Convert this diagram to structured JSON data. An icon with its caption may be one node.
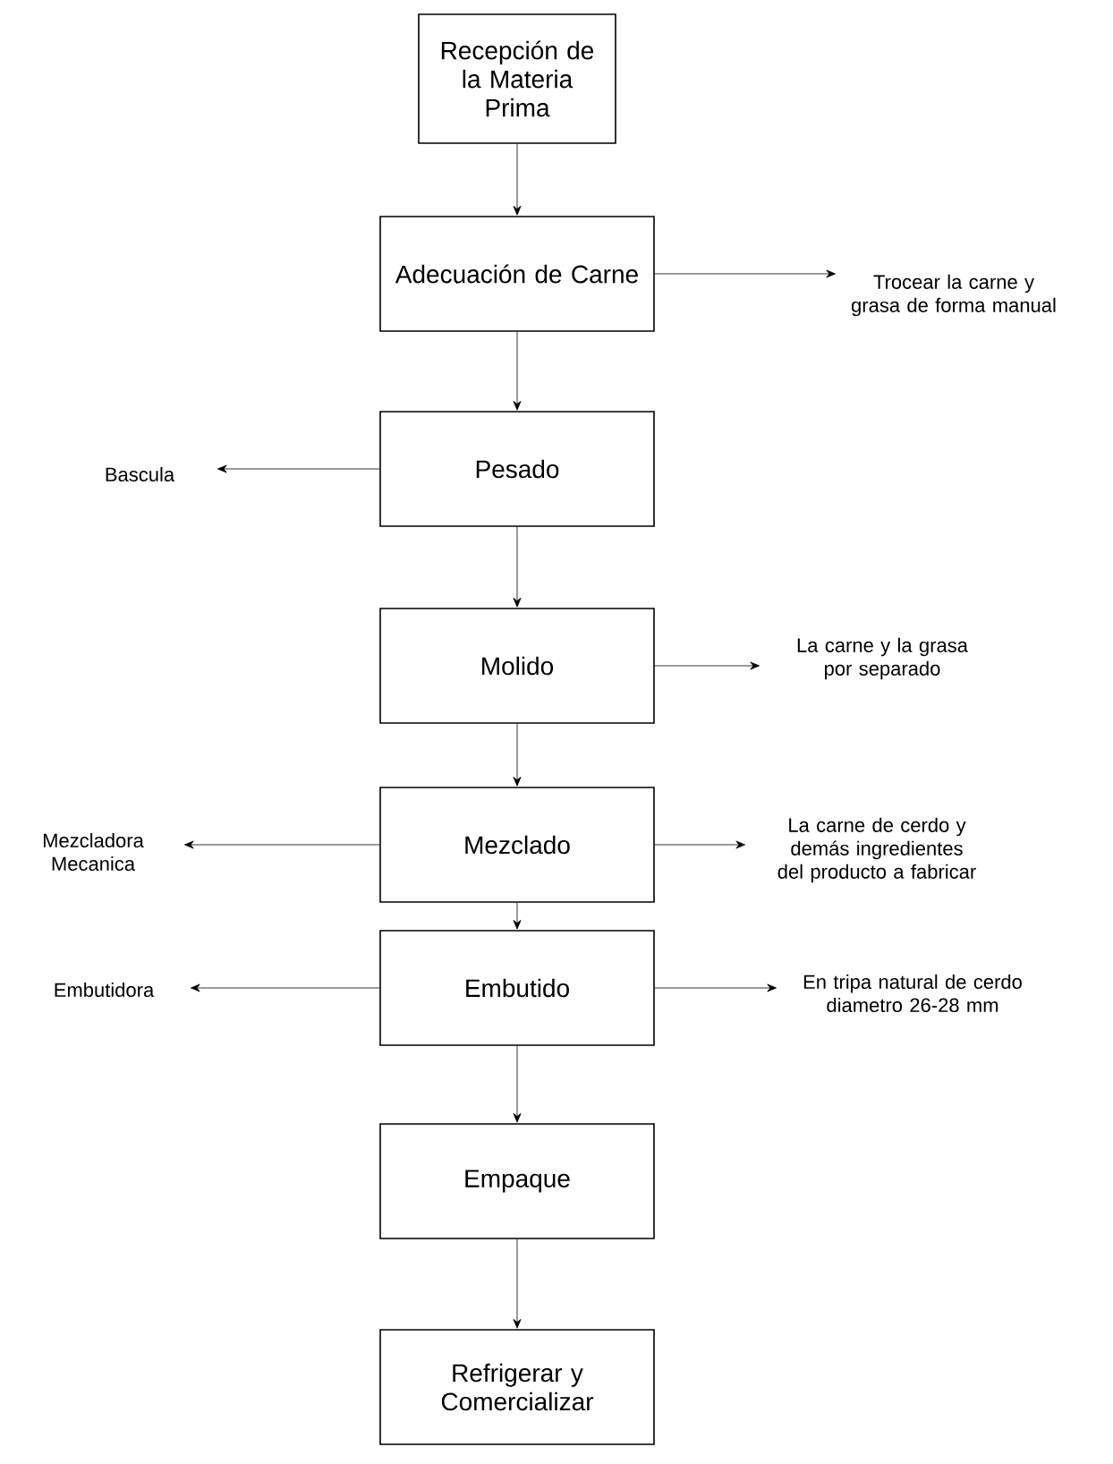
{
  "diagram": {
    "nodes": [
      {
        "text": [
          "Recepción de la Materia Prima"
        ]
      },
      {
        "text": [
          "Adecuación de Carne"
        ]
      },
      {
        "text": [
          "Trocear la carne y grasa de forma manual"
        ]
      },
      {
        "text": [
          "Bascula"
        ]
      },
      {
        "text": [
          "Pesado"
        ]
      },
      {
        "text": [
          "Molido"
        ]
      },
      {
        "text": [
          "La carne y la grasa por separado"
        ]
      },
      {
        "text": [
          "Mezcladora Mecanica"
        ]
      },
      {
        "text": [
          "Mezclado"
        ]
      },
      {
        "text": [
          "La carne de cerdo y demás ingredientes del producto a fabricar"
        ]
      },
      {
        "text": [
          "Embutidora"
        ]
      },
      {
        "text": [
          "Embutido"
        ]
      },
      {
        "text": [
          "En tripa natural de cerdo diametro 26-28 mm"
        ]
      },
      {
        "text": [
          "Empaque"
        ]
      },
      {
        "text": [
          "Refrigerar y Comercializar"
        ]
      }
    ],
    "edges": [
      {
        "from": 0,
        "to": 1,
        "arrow": "to"
      },
      {
        "from": 1,
        "to": 2,
        "arrow": "to"
      },
      {
        "from": 1,
        "to": 4,
        "arrow": "to"
      },
      {
        "from": 4,
        "to": 3,
        "arrow": "to"
      },
      {
        "from": 4,
        "to": 5,
        "arrow": "to"
      },
      {
        "from": 5,
        "to": 6,
        "arrow": "to"
      },
      {
        "from": 5,
        "to": 8,
        "arrow": "to"
      },
      {
        "from": 8,
        "to": 7,
        "arrow": "to"
      },
      {
        "from": 8,
        "to": 9,
        "arrow": "to"
      },
      {
        "from": 8,
        "to": 11,
        "arrow": "to"
      },
      {
        "from": 11,
        "to": 10,
        "arrow": "to"
      },
      {
        "from": 11,
        "to": 12,
        "arrow": "to"
      },
      {
        "from": 11,
        "to": 13,
        "arrow": "to"
      },
      {
        "from": 13,
        "to": 14,
        "arrow": "to"
      }
    ]
  }
}
